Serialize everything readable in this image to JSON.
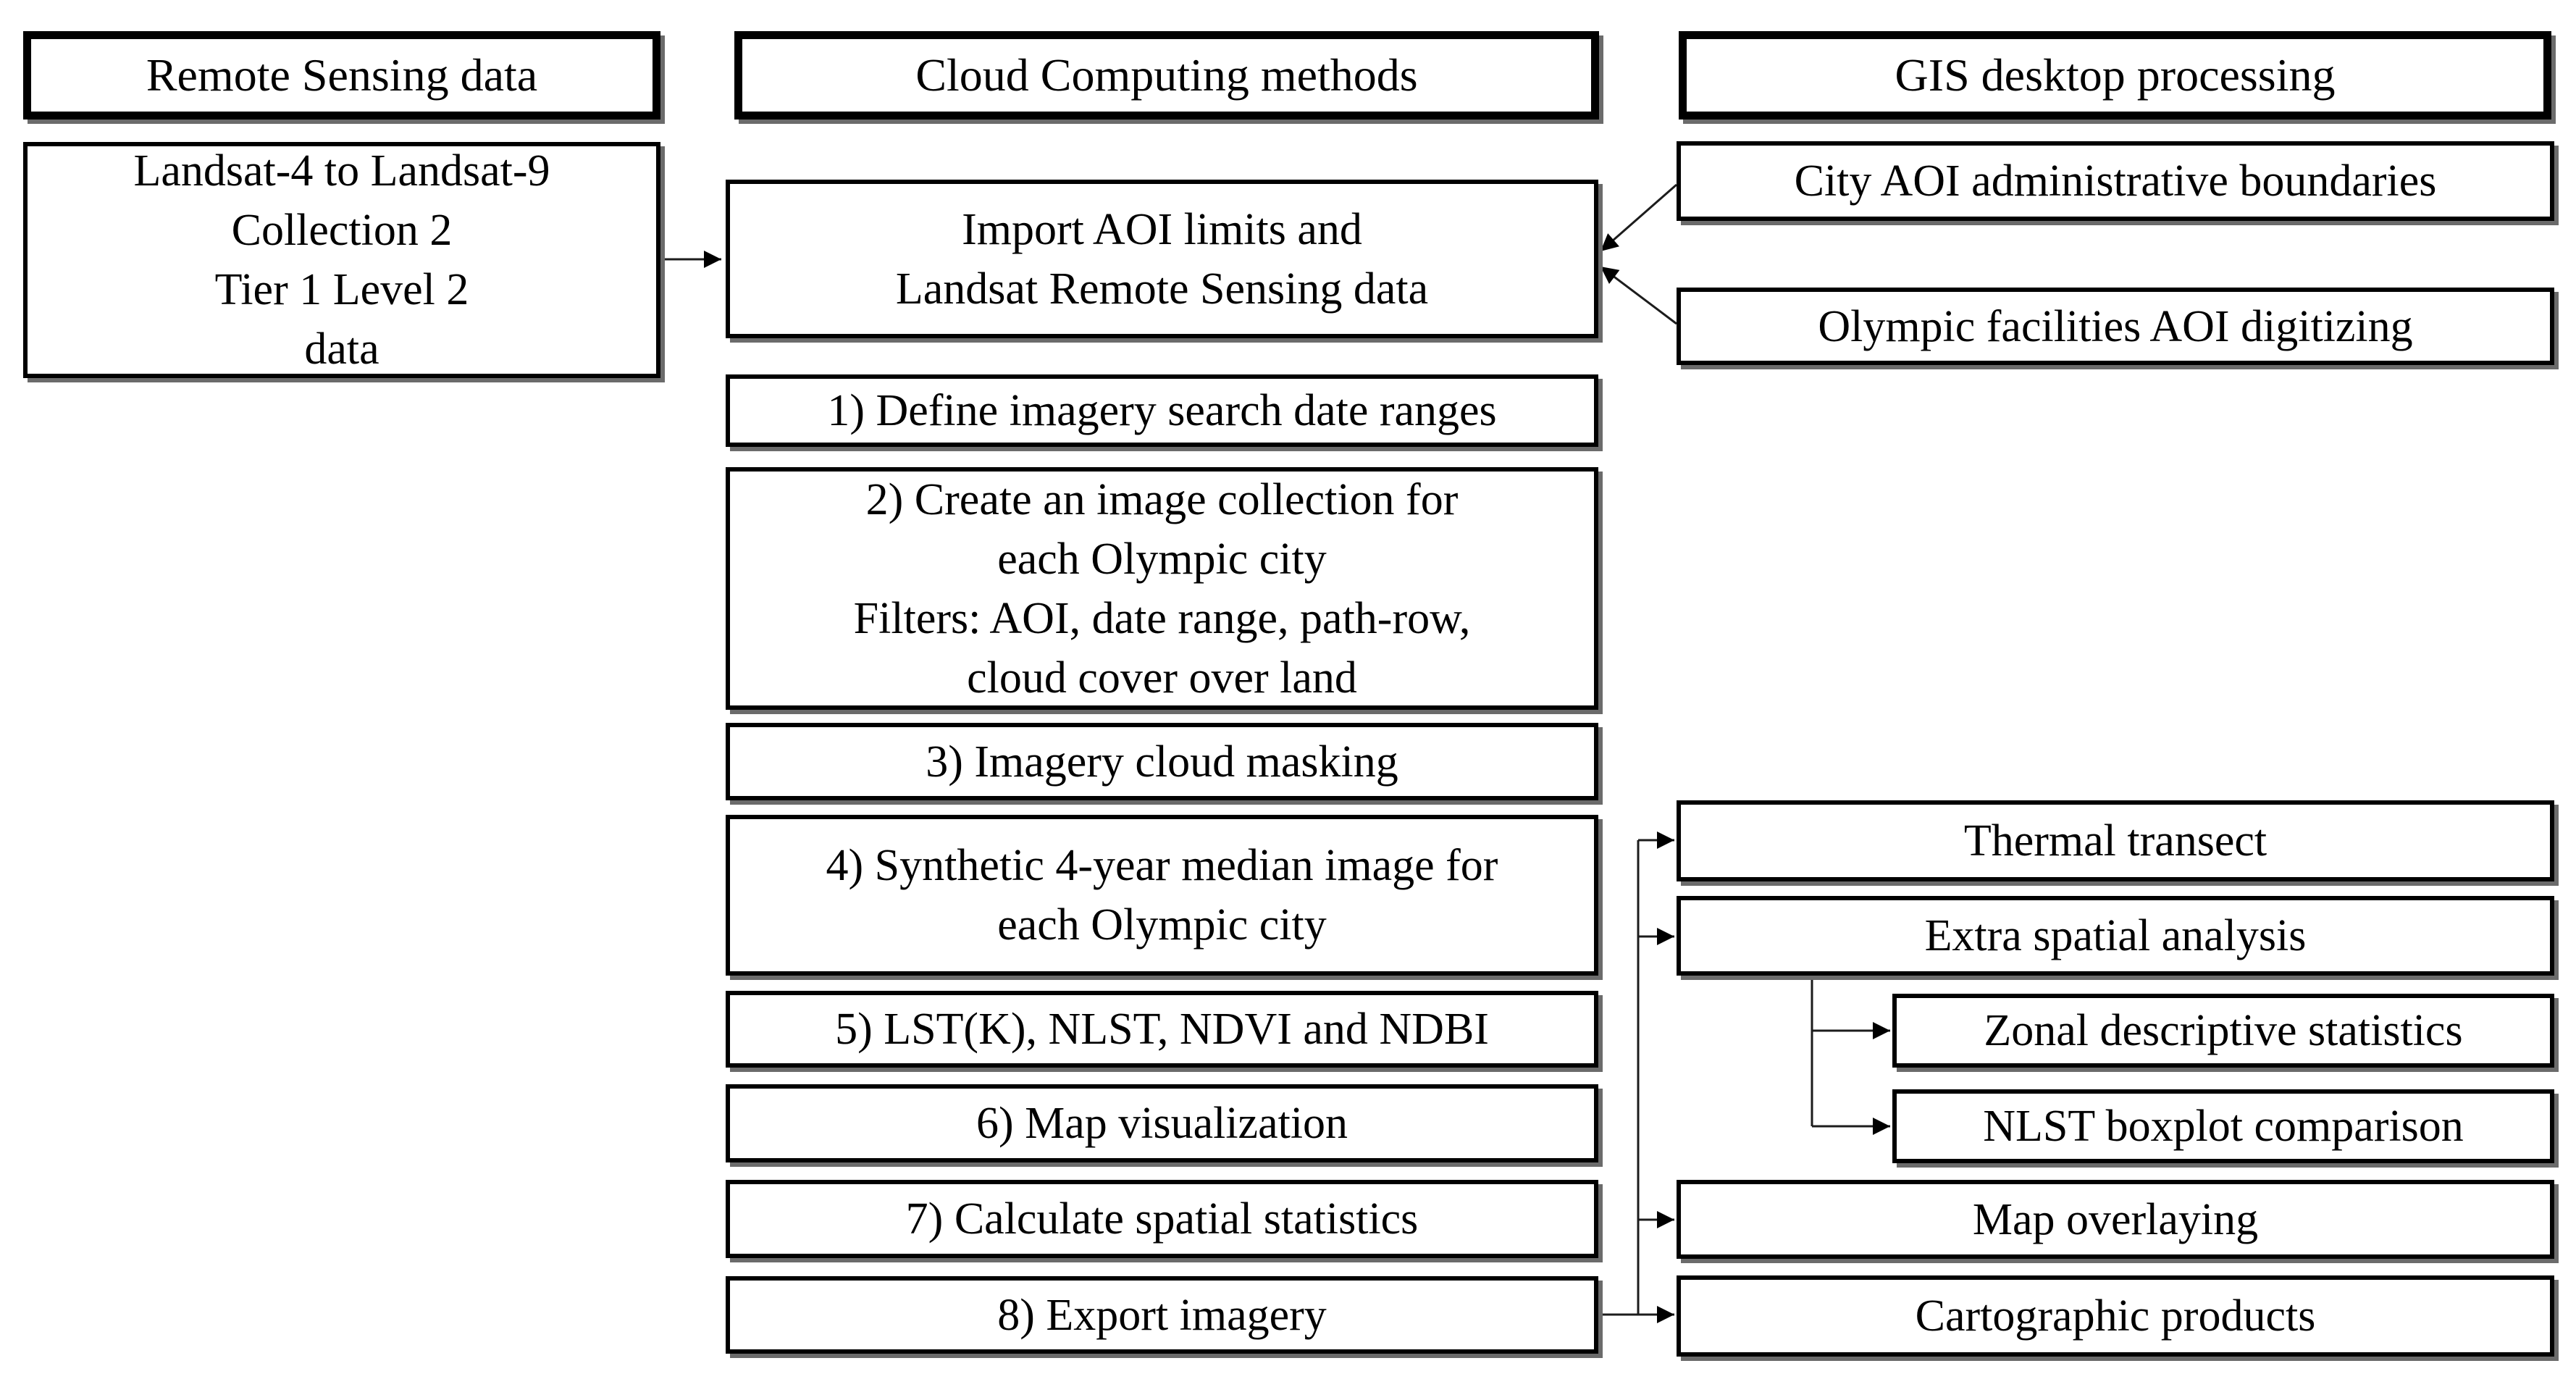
{
  "headers": {
    "remote_sensing": "Remote Sensing data",
    "cloud_computing": "Cloud Computing methods",
    "gis_desktop": "GIS desktop processing"
  },
  "boxes": {
    "landsat": {
      "lines": [
        "Landsat-4 to Landsat-9",
        "Collection 2",
        "Tier 1 Level 2",
        "data"
      ]
    },
    "import_aoi": {
      "lines": [
        "Import AOI limits and",
        "Landsat Remote Sensing data"
      ]
    },
    "step1": {
      "label": "1) Define imagery search date ranges"
    },
    "step2": {
      "lines": [
        "2) Create an image collection for",
        "each Olympic city",
        "Filters: AOI, date range, path-row,",
        "cloud cover over land"
      ]
    },
    "step3": {
      "label": "3) Imagery cloud masking"
    },
    "step4": {
      "lines": [
        "4) Synthetic 4-year median image for",
        "each Olympic city"
      ]
    },
    "step5": {
      "label": "5) LST(K), NLST, NDVI and NDBI"
    },
    "step6": {
      "label": "6) Map visualization"
    },
    "step7": {
      "label": "7) Calculate spatial statistics"
    },
    "step8": {
      "label": "8) Export imagery"
    },
    "city_aoi": {
      "label": "City AOI administrative boundaries"
    },
    "olympic_digitizing": {
      "label": "Olympic facilities AOI digitizing"
    },
    "thermal_transect": {
      "label": "Thermal transect"
    },
    "extra_spatial": {
      "label": "Extra spatial analysis"
    },
    "zonal_stats": {
      "label": "Zonal descriptive statistics"
    },
    "nlst_boxplot": {
      "label": "NLST boxplot comparison"
    },
    "map_overlaying": {
      "label": "Map overlaying"
    },
    "cartographic": {
      "label": "Cartographic products"
    }
  },
  "colors": {
    "background": "#ffffff",
    "box_fill": "#ffffff",
    "box_border": "#000000",
    "connector": "#1c1c1c",
    "arrowhead": "#000000",
    "shadow": "#6b6b6b",
    "text": "#000000"
  }
}
